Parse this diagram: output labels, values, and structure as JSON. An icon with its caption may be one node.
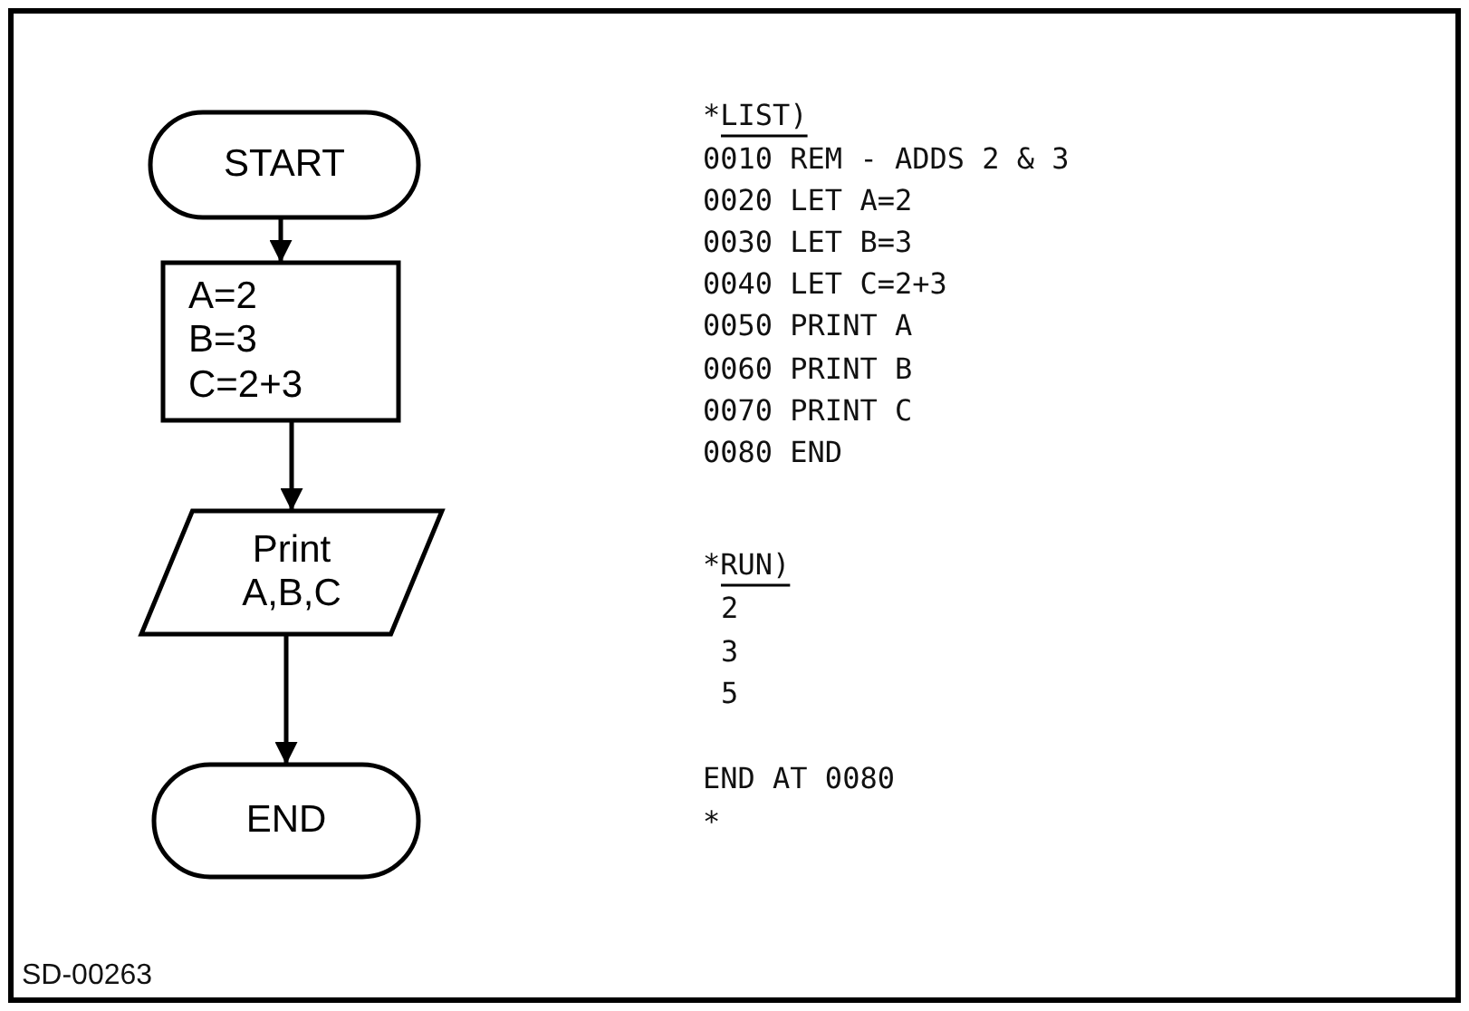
{
  "diagram": {
    "nodes": [
      {
        "text": [
          "START"
        ]
      },
      {
        "text": [
          "A=2",
          "B=3",
          "C=2+3"
        ]
      },
      {
        "text": [
          "Print A,B,C"
        ]
      },
      {
        "text": [
          "END"
        ]
      }
    ],
    "edges": [
      {
        "from": 0,
        "to": 1,
        "arrow": "to"
      },
      {
        "from": 1,
        "to": 2,
        "arrow": "to"
      },
      {
        "from": 2,
        "to": 3,
        "arrow": "to"
      }
    ],
    "labels": [
      "*LIST)",
      "0010 REM - ADDS 2 & 3",
      "0020 LET A=2",
      "0030 LET B=3",
      "0040 LET C=2+3",
      "0050 PRINT A",
      "0060 PRINT B",
      "0070 PRINT C",
      "0080 END",
      "*RUN)",
      "2",
      "3",
      "5",
      "END AT 0080",
      "*",
      "SD-00263"
    ]
  }
}
